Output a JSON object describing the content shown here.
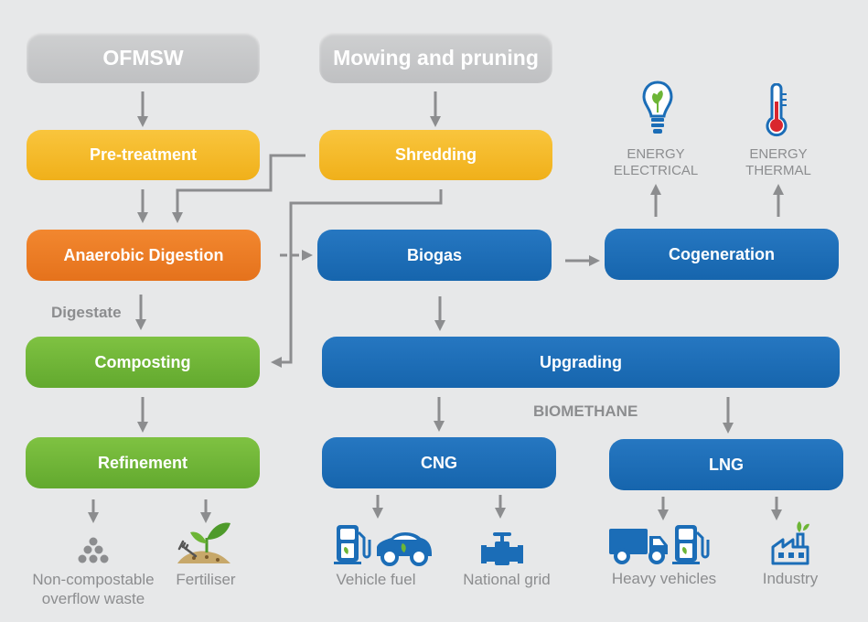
{
  "boxes": {
    "ofmsw": "OFMSW",
    "mowing": "Mowing and pruning",
    "pretreatment": "Pre-treatment",
    "shredding": "Shredding",
    "anaerobic": "Anaerobic Digestion",
    "biogas": "Biogas",
    "cogeneration": "Cogeneration",
    "composting": "Composting",
    "upgrading": "Upgrading",
    "refinement": "Refinement",
    "cng": "CNG",
    "lng": "LNG"
  },
  "labels": {
    "digestate": "Digestate",
    "biomethane": "BIOMETHANE",
    "energy_electrical_1": "ENERGY",
    "energy_electrical_2": "ELECTRICAL",
    "energy_thermal_1": "ENERGY",
    "energy_thermal_2": "THERMAL",
    "noncompostable_1": "Non-compostable",
    "noncompostable_2": "overflow waste",
    "fertiliser": "Fertiliser",
    "vehicle_fuel": "Vehicle fuel",
    "national_grid": "National grid",
    "heavy_vehicles": "Heavy vehicles",
    "industry": "Industry"
  },
  "icons": [
    "lightbulb-icon",
    "thermometer-icon",
    "pellets-icon",
    "plant-soil-icon",
    "fuel-pump-icon",
    "car-icon",
    "valve-pipe-icon",
    "truck-icon",
    "fuel-pump-icon",
    "factory-icon"
  ],
  "colors": {
    "grey": "#c4c5c7",
    "yellow": "#f4b822",
    "orange": "#ea7b23",
    "green": "#6db536",
    "blue": "#1b6db7",
    "arrow": "#8c8d8f"
  }
}
